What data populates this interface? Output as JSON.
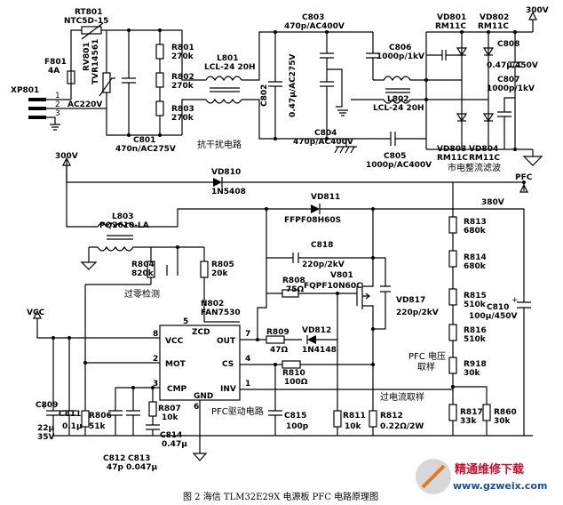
{
  "labels": {
    "rt801": "RT801",
    "ntc": "NTC5D-15",
    "f801": "F801",
    "f801v": "4A",
    "rv801": "RV801",
    "tvr": "TVR14561",
    "xp801": "XP801",
    "p1": "1",
    "p2": "2",
    "p3": "3",
    "ac220": "AC220V",
    "c801a": "C801",
    "c801b": "470n/AC275V",
    "r801": "R801",
    "r801v": "270k",
    "r802": "R802",
    "r802v": "270k",
    "r803": "R803",
    "r803v": "270k",
    "l801": "L801",
    "l801v": "LCL-24 20H",
    "c802": "C802",
    "c802v": "0.47μ/AC275V",
    "c803": "C803",
    "c803v": "470p/AC400V",
    "c804": "C804",
    "c804v": "470p/AC400V",
    "c806": "C806",
    "c806v": "1000p/1kV",
    "l802": "L802",
    "l802v": "LCL-24 20H",
    "c805": "C805",
    "c805v": "1000p/AC400V",
    "emi": "抗干扰电路",
    "vd801": "VD801",
    "rm11c1": "RM11C",
    "vd802": "VD802",
    "rm11c2": "RM11C",
    "v300a": "300V",
    "c808": "C808",
    "c808v": "0.47μ/450V",
    "c807": "C807",
    "c807v": "1000p/1kV",
    "vd803": "VD803",
    "vd804": "VD804",
    "rm11c3": "RM11C",
    "rm11c4": "RM11C",
    "rect": "市电整流滤波",
    "v300b": "300V",
    "vd810": "VD810",
    "n5408": "1N5408",
    "pfc": "PFC",
    "v380": "380V",
    "vd811": "VD811",
    "l803": "L803",
    "pq": "PQ2610-LA",
    "ffpf": "FFPF08H60S",
    "c818": "C818",
    "c818v": "220p/2kV",
    "r813": "R813",
    "r813v": "680k",
    "r804": "R804",
    "r804v": "820k",
    "r805": "R805",
    "r805v": "20k",
    "r814": "R814",
    "r814v": "680k",
    "zcd_det": "过零检测",
    "r808": "R808",
    "r808v": "75Ω",
    "v801": "V801",
    "fqpf": "FQPF10N60C",
    "vd817": "VD817",
    "vd817v": "220p/2kV",
    "r815": "R815",
    "r815v": "510k",
    "c810": "C810",
    "c810v": "100μ/450V",
    "vcc_net": "VCC",
    "n802": "N802",
    "fan": "FAN7530",
    "pin5": "5",
    "zcd": "ZCD",
    "pin8": "8",
    "vccpin": "VCC",
    "out": "OUT",
    "pin7": "7",
    "r809": "R809",
    "r809v": "47Ω",
    "vd812": "VD812",
    "n4148": "1N4148",
    "r816": "R816",
    "r816v": "510k",
    "pin2": "2",
    "mot": "MOT",
    "cs": "CS",
    "pin4": "4",
    "r810": "R810",
    "r810v": "100Ω",
    "pfcv": "PFC 电压",
    "sample": "取样",
    "r918": "R918",
    "r918v": "30k",
    "pin3": "3",
    "cmp": "CMP",
    "inv": "INV",
    "pin1": "1",
    "isense": "过电流取样",
    "gnd": "GND",
    "pin6": "6",
    "c809": "C809",
    "c809v1": "22μ",
    "c809v2": "35V",
    "c811": "C811",
    "c811v": "0.1μ",
    "r806": "R806",
    "r806v": "51k",
    "r807": "R807",
    "r807v": "10k",
    "pfcdrv": "PFC驱动电路",
    "c815": "C815",
    "c815v": "100p",
    "r811": "R811",
    "r811v": "10k",
    "r812": "R812",
    "r812v": "0.22Ω/2W",
    "r817": "R817",
    "r817v": "33k",
    "r860": "R860",
    "r860v": "30k",
    "c814": "C814",
    "c814v": "0.47μ",
    "c812": "C812",
    "c812v": "47p",
    "c813": "C813",
    "c813v": "0.047μ",
    "caption": "图 2  海信 TLM32E29X 电源板 PFC 电路原理图",
    "wm_cn": "精通维修下载",
    "wm_url": "www.gzweix.com"
  }
}
